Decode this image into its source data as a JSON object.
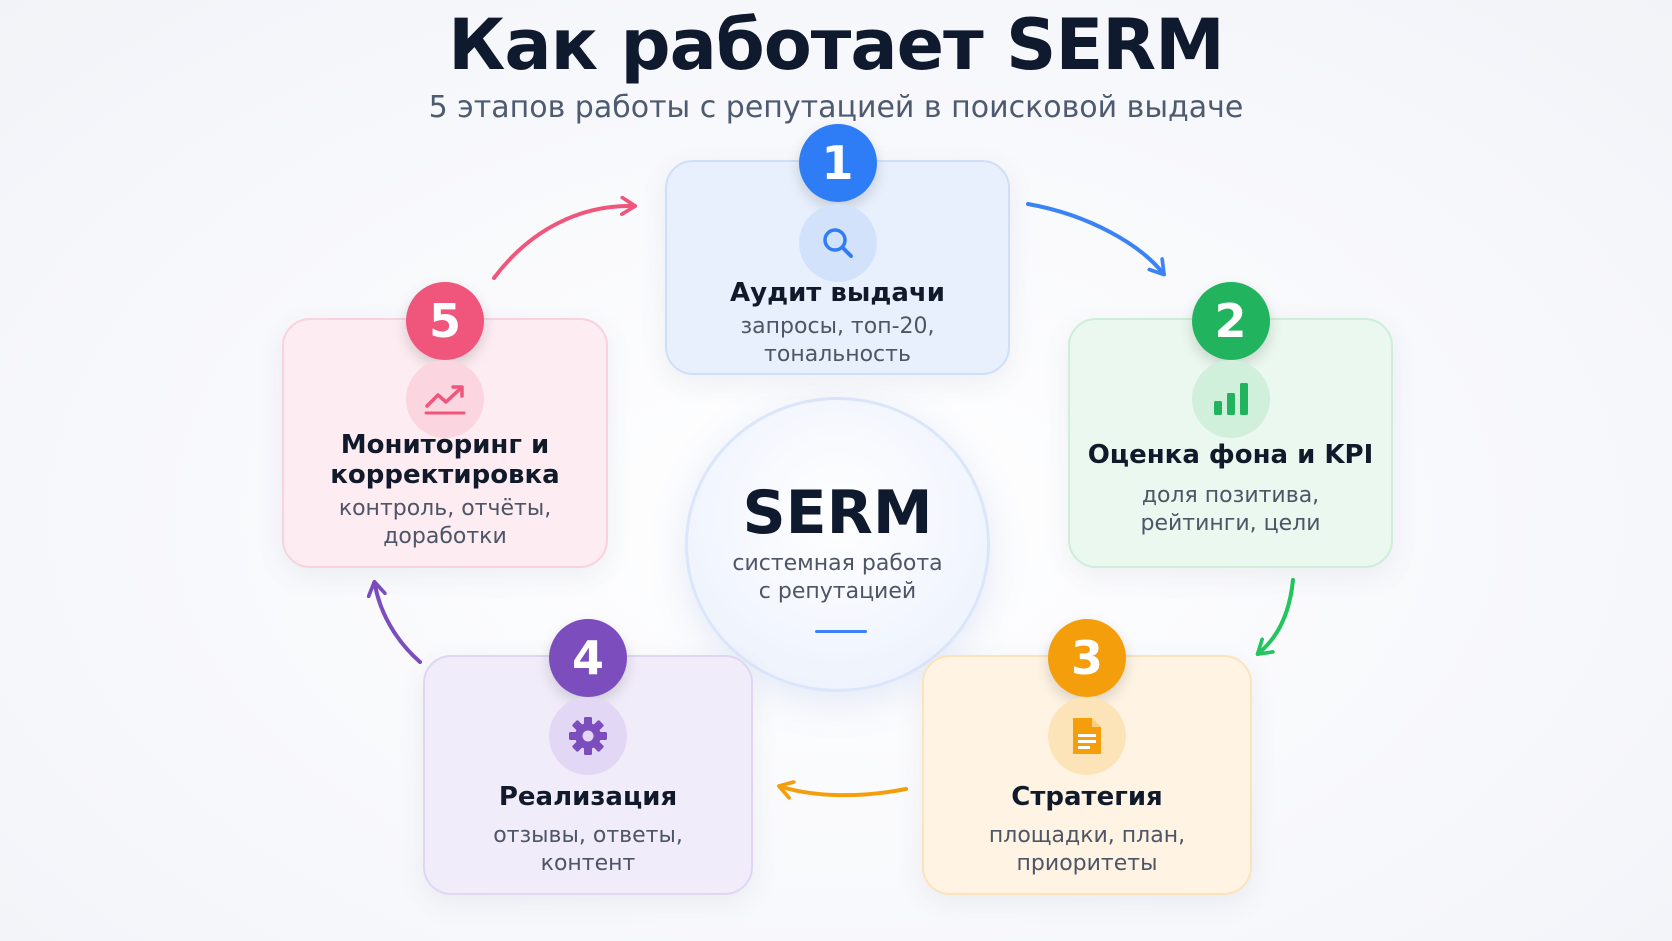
{
  "title": "Как работает SERM",
  "subtitle": "5 этапов работы с репутацией в поисковой выдаче",
  "center": {
    "title": "SERM",
    "lines": [
      "системная работа",
      "с репутацией"
    ],
    "accent": "#3b82f6"
  },
  "steps": [
    {
      "number": "1",
      "title_lines": [
        "Аудит выдачи"
      ],
      "desc_lines": [
        "запросы, топ-20,",
        "тональность"
      ],
      "icon": "search-icon",
      "color": "#2f7df6",
      "bg": "#e8f0fd",
      "border": "#cfdff8",
      "icon_bg": "#d3e2fb"
    },
    {
      "number": "2",
      "title_lines": [
        "Оценка фона и KPI"
      ],
      "desc_lines": [
        "доля позитива,",
        "рейтинги, цели"
      ],
      "icon": "bar-chart-icon",
      "color": "#22b35e",
      "bg": "#eaf8ef",
      "border": "#cdeed9",
      "icon_bg": "#d0f0dc"
    },
    {
      "number": "3",
      "title_lines": [
        "Стратегия"
      ],
      "desc_lines": [
        "площадки, план,",
        "приоритеты"
      ],
      "icon": "document-icon",
      "color": "#f59e0b",
      "bg": "#fff4e3",
      "border": "#fbe3bb",
      "icon_bg": "#fde3b8"
    },
    {
      "number": "4",
      "title_lines": [
        "Реализация"
      ],
      "desc_lines": [
        "отзывы, ответы,",
        "контент"
      ],
      "icon": "gear-icon",
      "color": "#7c4dbd",
      "bg": "#f1ecfa",
      "border": "#e0d6f2",
      "icon_bg": "#e2d7f4"
    },
    {
      "number": "5",
      "title_lines": [
        "Мониторинг и",
        "корректировка"
      ],
      "desc_lines": [
        "контроль, отчёты,",
        "доработки"
      ],
      "icon": "trend-up-icon",
      "color": "#f0567c",
      "bg": "#fdecf1",
      "border": "#f8d3de",
      "icon_bg": "#fbd5df"
    }
  ],
  "arrows": [
    {
      "from": "1",
      "to": "2",
      "color": "#3b82f6"
    },
    {
      "from": "2",
      "to": "3",
      "color": "#22c55e"
    },
    {
      "from": "3",
      "to": "4",
      "color": "#f59e0b"
    },
    {
      "from": "4",
      "to": "5",
      "color": "#7c4dbd"
    },
    {
      "from": "5",
      "to": "1",
      "color": "#f0567c"
    }
  ]
}
